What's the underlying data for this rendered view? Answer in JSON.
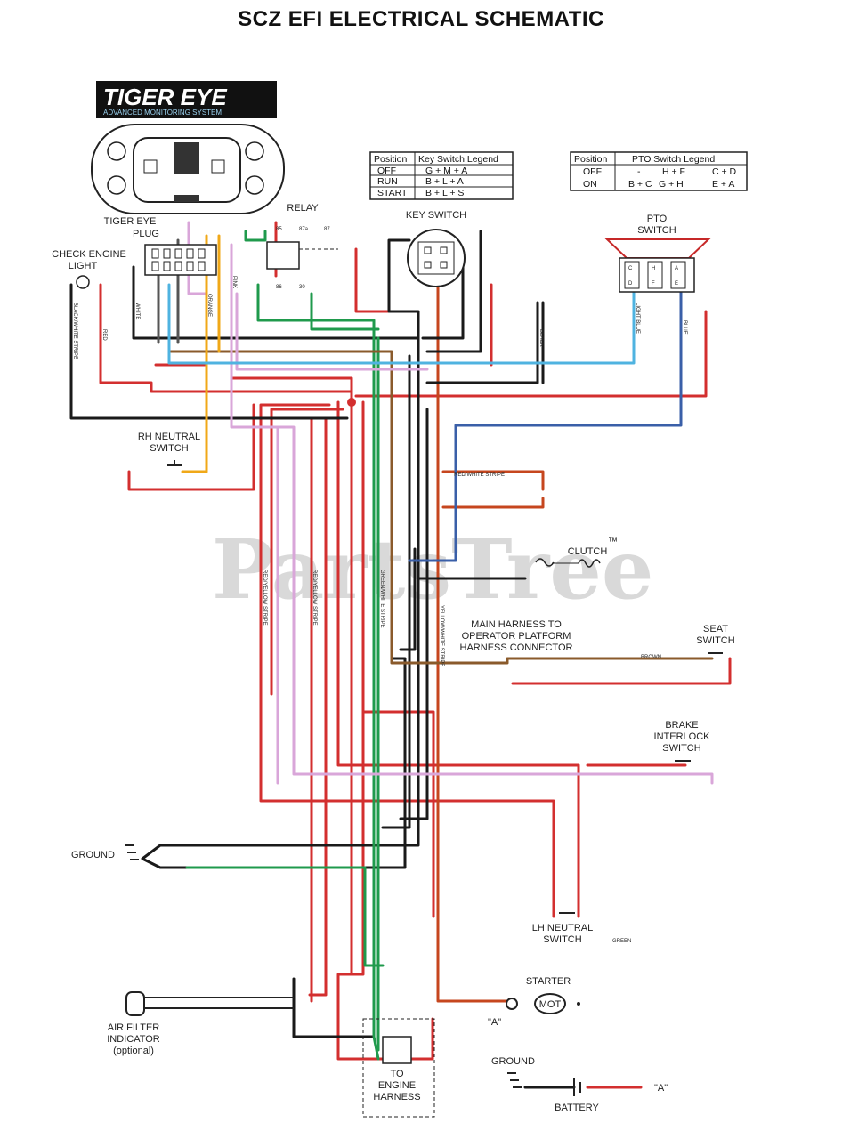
{
  "title": "SCZ EFI ELECTRICAL SCHEMATIC",
  "logo": {
    "brand": "TIGER EYE",
    "tagline": "ADVANCED MONITORING SYSTEM"
  },
  "watermark": "PartsTree",
  "trademark": "™",
  "key_switch_legend": {
    "headers": [
      "Position",
      "Key Switch Legend"
    ],
    "rows": [
      [
        "OFF",
        "G + M + A"
      ],
      [
        "RUN",
        "B + L + A"
      ],
      [
        "START",
        "B + L + S"
      ]
    ]
  },
  "pto_switch_legend": {
    "headers": [
      "Position",
      "PTO Switch Legend"
    ],
    "rows": [
      [
        "OFF",
        "-",
        "H + F",
        "C + D"
      ],
      [
        "ON",
        "B + C",
        "G + H",
        "E + A"
      ]
    ]
  },
  "components": {
    "tiger_eye_plug": [
      "TIGER EYE",
      "PLUG"
    ],
    "check_engine_light": [
      "CHECK ENGINE",
      "LIGHT"
    ],
    "relay": "RELAY",
    "relay_pins": [
      "85",
      "87a",
      "87",
      "86",
      "30"
    ],
    "key_switch": "KEY SWITCH",
    "pto_switch": [
      "PTO",
      "SWITCH"
    ],
    "pto_pins": [
      "C",
      "D",
      "H",
      "F",
      "A",
      "E"
    ],
    "rh_neutral_switch": [
      "RH NEUTRAL",
      "SWITCH"
    ],
    "clutch": "CLUTCH",
    "main_harness": [
      "MAIN HARNESS TO",
      "OPERATOR PLATFORM",
      "HARNESS CONNECTOR"
    ],
    "seat_switch": [
      "SEAT",
      "SWITCH"
    ],
    "brake_interlock_switch": [
      "BRAKE",
      "INTERLOCK",
      "SWITCH"
    ],
    "lh_neutral_switch": [
      "LH NEUTRAL",
      "SWITCH"
    ],
    "ground_left": "GROUND",
    "air_filter_indicator": [
      "AIR FILTER",
      "INDICATOR",
      "(optional)"
    ],
    "starter": "STARTER",
    "starter_motor": "MOT",
    "starter_terminal": "\"A\"",
    "engine_harness": [
      "TO",
      "ENGINE",
      "HARNESS"
    ],
    "ground_bottom": "GROUND",
    "battery": "BATTERY",
    "battery_terminal": "\"A\""
  },
  "wire_labels": {
    "white": "WHITE",
    "red": "RED",
    "black": "BLACK",
    "brown": "BROWN",
    "pink": "PINK",
    "orange": "ORANGE",
    "light_blue": "LIGHT BLUE",
    "blue": "BLUE",
    "green": "GREEN",
    "red_white": "RED/WHITE STRIPE",
    "black_white": "BLACK/WHITE STRIPE",
    "red_yellow_1": "RED/YELLOW STRIPE",
    "red_yellow_2": "RED/YELLOW STRIPE",
    "green_white": "GREEN/WHITE STRIPE",
    "yellow_white": "YELLOW/WHITE STRIPE"
  },
  "colors": {
    "red": "#d32f2f",
    "black": "#1a1a1a",
    "green": "#1f9a4c",
    "brown": "#8a5a2b",
    "pink": "#d9a6d9",
    "orange": "#f0a818",
    "light_blue": "#4fb3e0",
    "blue": "#3a5fa8",
    "red_brown": "#c6461e"
  }
}
